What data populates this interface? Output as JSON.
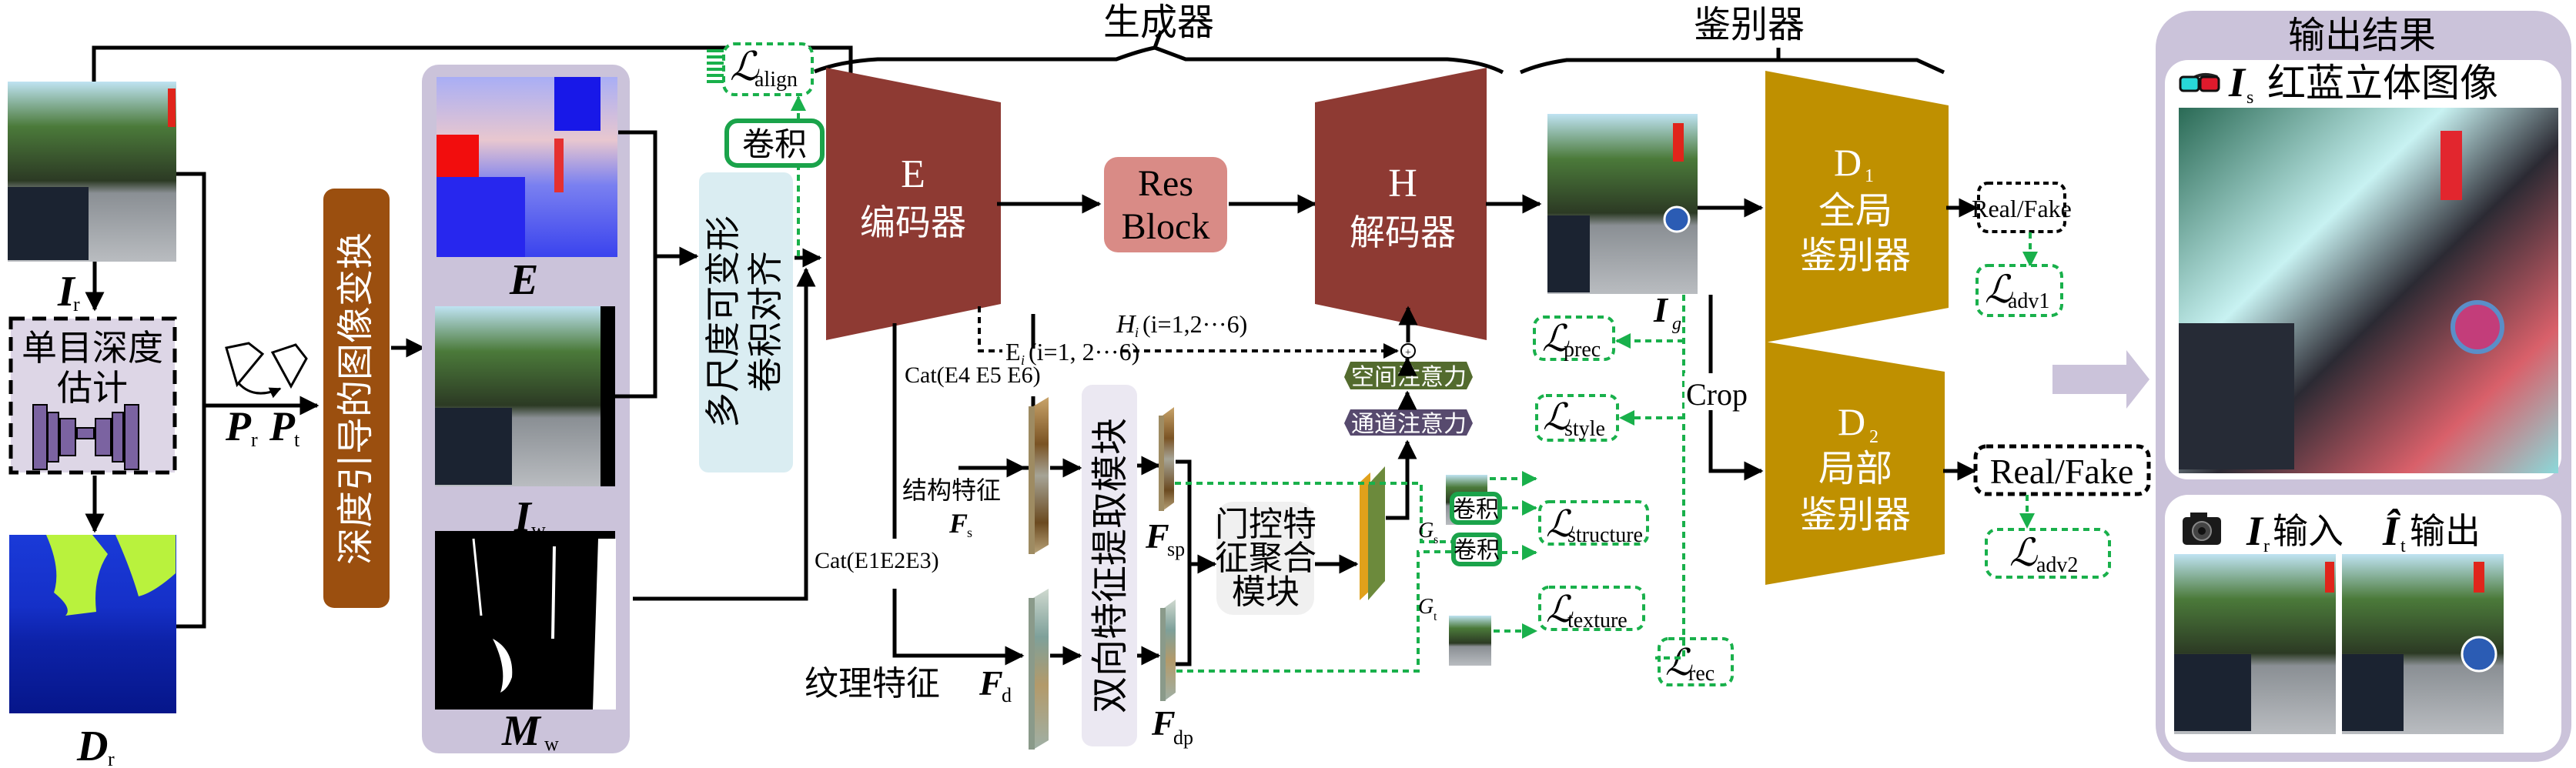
{
  "colors": {
    "encoder_decoder": "#8e3a33",
    "discriminator": "#bf9000",
    "res_block": "#d98b86",
    "depth_warp": "#9b4f0f",
    "lilac_panel": "#cbc3da",
    "deform_align": "#daedf2",
    "bidir_module": "#ebe8f2",
    "gated_module": "#f0f0f0",
    "spatial_attention": "#536b2e",
    "channel_attention": "#574a6e",
    "loss_green": "#19b04b",
    "monocular_box": "#ddd6e6"
  },
  "header": {
    "generator": "生成器",
    "discriminator": "鉴别器"
  },
  "input": {
    "image_label_main": "I",
    "image_label_sub": "r",
    "depth_label_main": "D",
    "depth_label_sub": "r",
    "monocular_line1": "单目深度",
    "monocular_line2": "估计",
    "pose_r_main": "P",
    "pose_r_sub": "r",
    "pose_t_main": "P",
    "pose_t_sub": "t",
    "depth_warp": "深度引导的图像变换"
  },
  "warp_panel": {
    "e_label": "E",
    "iw_main": "I",
    "iw_sub": "w",
    "mw_main": "M",
    "mw_sub": "w"
  },
  "align": {
    "deform_line1": "多尺度可变形",
    "deform_line2": "卷积对齐",
    "conv": "卷积",
    "loss_sub": "align"
  },
  "generator": {
    "encoder_letter": "E",
    "encoder_name": "编码器",
    "resblock_line1": "Res",
    "resblock_line2": "Block",
    "decoder_letter": "H",
    "decoder_name": "解码器",
    "ei_label": "E",
    "ei_sub": "i",
    "ei_range": "(i=1, 2···6)",
    "hi_label": "H",
    "hi_sub": "i",
    "hi_range": "(i=1,2···6)",
    "cat_high": "Cat(E4 E5 E6)",
    "cat_low": "Cat(E1E2E3)",
    "structure_feat": "结构特征",
    "fs_main": "F",
    "fs_sub": "s",
    "texture_feat": "纹理特征",
    "fd_main": "F",
    "fd_sub": "d",
    "bidir_module": "双向特征提取模块",
    "fsp_main": "F",
    "fsp_sub": "sp",
    "fdp_main": "F",
    "fdp_sub": "dp",
    "gated_line1": "门控特",
    "gated_line2": "征聚合",
    "gated_line3": "模块",
    "spatial_attention": "空间注意力",
    "channel_attention": "通道注意力",
    "gs_main": "G",
    "gs_sub": "s",
    "gt_main": "G",
    "gt_sub": "t",
    "conv": "卷积"
  },
  "output_gen": {
    "ig_main": "I",
    "ig_sub": "g",
    "crop": "Crop"
  },
  "losses": {
    "prec": "prec",
    "style": "style",
    "structure": "structure",
    "texture": "texture",
    "rec": "rec",
    "adv1": "adv1",
    "adv2": "adv2"
  },
  "discriminators": {
    "d1_main": "D",
    "d1_sub": "1",
    "d1_line1": "全局",
    "d1_line2": "鉴别器",
    "d2_main": "D",
    "d2_sub": "2",
    "d2_line1": "局部",
    "d2_line2": "鉴别器",
    "real_fake": "Real/Fake"
  },
  "results": {
    "title": "输出结果",
    "anaglyph_main": "I",
    "anaglyph_sub": "s",
    "anaglyph_label": "红蓝立体图像",
    "input_main": "I",
    "input_sub": "r",
    "input_label": "输入",
    "output_main": "Î",
    "output_sub": "t",
    "output_label": "输出"
  }
}
